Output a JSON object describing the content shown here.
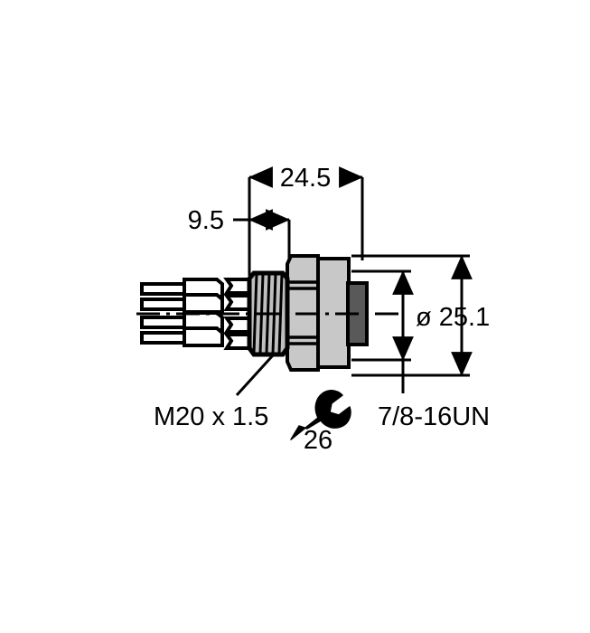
{
  "drawing": {
    "title": "Panel-mount circular connector cross-section drawing",
    "background_color": "#ffffff",
    "line_color": "#000000",
    "body_fill": "#c8c8c8",
    "body_fill_light": "#d2d2d2",
    "dark_part_fill": "#595959",
    "thread_fill": "#bfbfbf"
  },
  "dimensions": {
    "overall_length": "24.5",
    "thread_length": "9.5",
    "diameter": "ø 25.1"
  },
  "labels": {
    "rear_thread": "M20 x 1.5",
    "front_thread": "7/8-16UN",
    "wrench_size": "26",
    "wrench_icon": "wrench-icon"
  },
  "components": {
    "wires_count": 4,
    "pins_count": 4,
    "threaded_barrel": "M20 x 1.5 threaded barrel",
    "hex_nut": "hex nut, width across flats 26",
    "front_body": "7/8-16UN front coupling body",
    "insert": "dark insert"
  }
}
